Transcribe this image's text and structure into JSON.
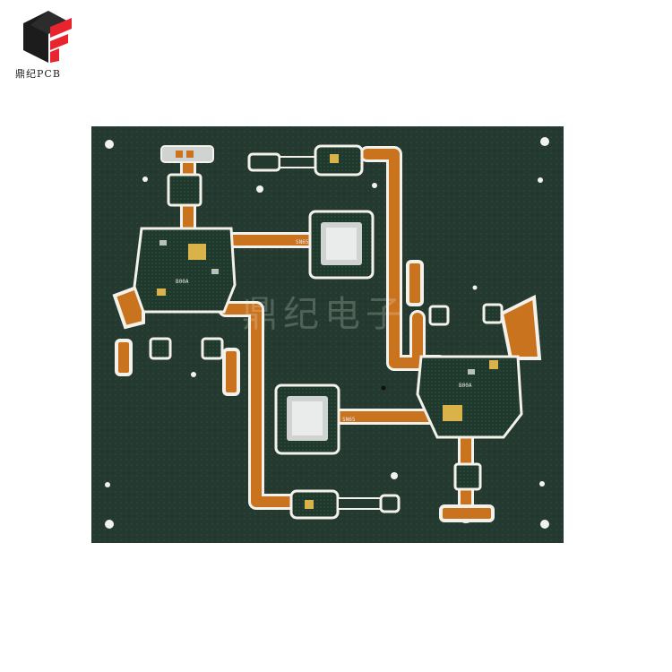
{
  "logo": {
    "text": "鼎纪PCB",
    "accent_color": "#e8242e",
    "dark_color": "#1c1c1c"
  },
  "watermark": {
    "text": "鼎纪电子"
  },
  "silkscreen": {
    "label_top_board": "B00A",
    "label_right_board": "B00A",
    "label_trace_top": "SN65",
    "label_trace_mid": "SN65"
  },
  "colors": {
    "background": "#ffffff",
    "solder_mask": "#24392f",
    "flex_polyimide": "#c9731f",
    "flex_edge": "#f3f1ea",
    "pad_gold": "#d9b24a",
    "silver_frame": "#cfd3d2"
  }
}
